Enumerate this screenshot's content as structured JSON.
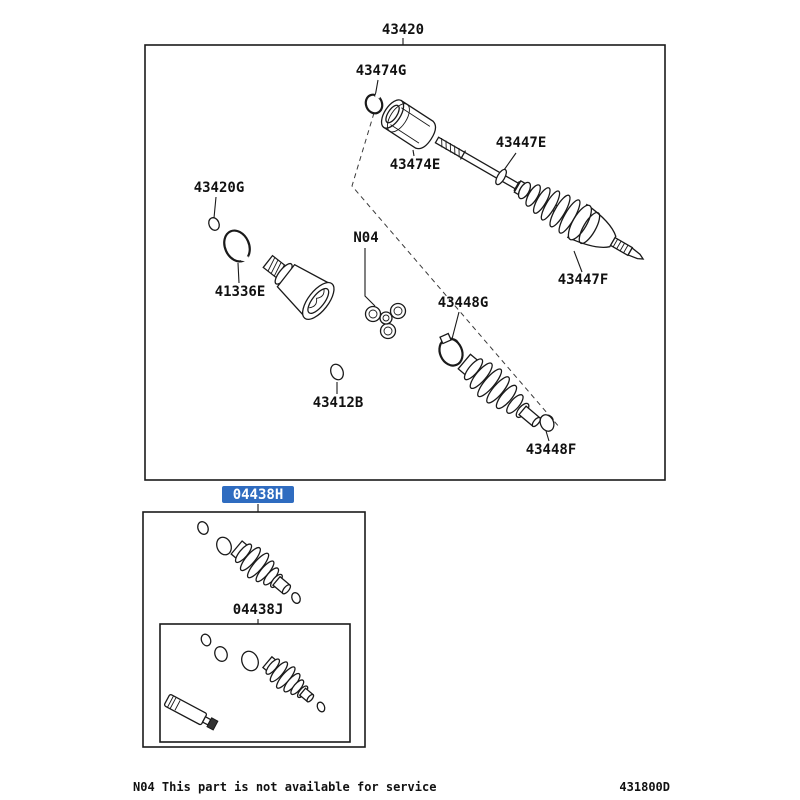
{
  "page": {
    "footer_note": "N04 This part is not available for service",
    "footer_code": "431800D",
    "highlight_color": "#2f6cc0",
    "highlight_text_color": "#ffffff",
    "line_color": "#1a1a1a"
  },
  "labels": {
    "p43420": "43420",
    "p43474G": "43474G",
    "p43474E": "43474E",
    "p43447E": "43447E",
    "p43447F": "43447F",
    "p43420G": "43420G",
    "p41336E": "41336E",
    "pN04": "N04",
    "p43448G": "43448G",
    "p43412B": "43412B",
    "p43448F": "43448F",
    "p04438H": "04438H",
    "p04438J": "04438J"
  }
}
